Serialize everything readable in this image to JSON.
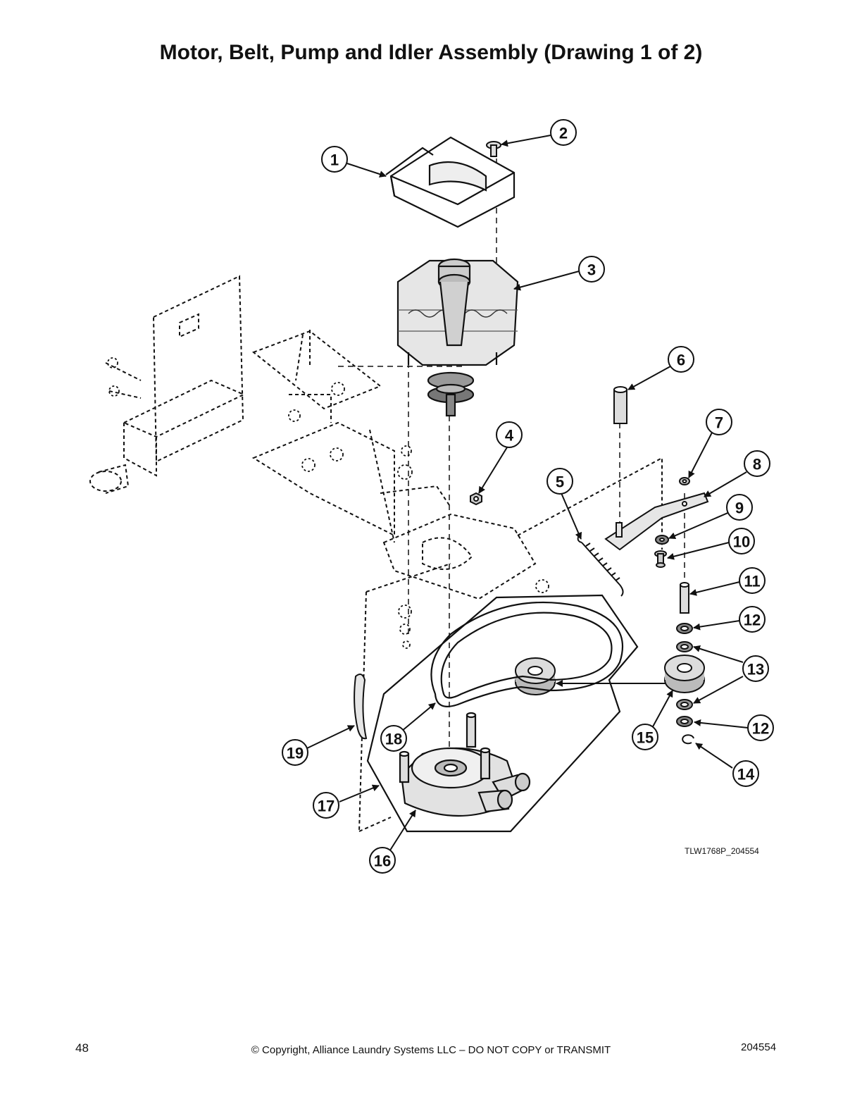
{
  "title": "Motor, Belt, Pump and Idler Assembly (Drawing 1 of 2)",
  "figure_code": "TLW1768P_204554",
  "callouts": [
    "1",
    "2",
    "3",
    "4",
    "5",
    "6",
    "7",
    "8",
    "9",
    "10",
    "11",
    "12",
    "12",
    "13",
    "14",
    "15",
    "16",
    "17",
    "18",
    "19"
  ],
  "footer": {
    "page_number": "48",
    "copyright": "© Copyright, Alliance Laundry Systems LLC – DO NOT COPY or TRANSMIT",
    "doc_number": "204554"
  }
}
